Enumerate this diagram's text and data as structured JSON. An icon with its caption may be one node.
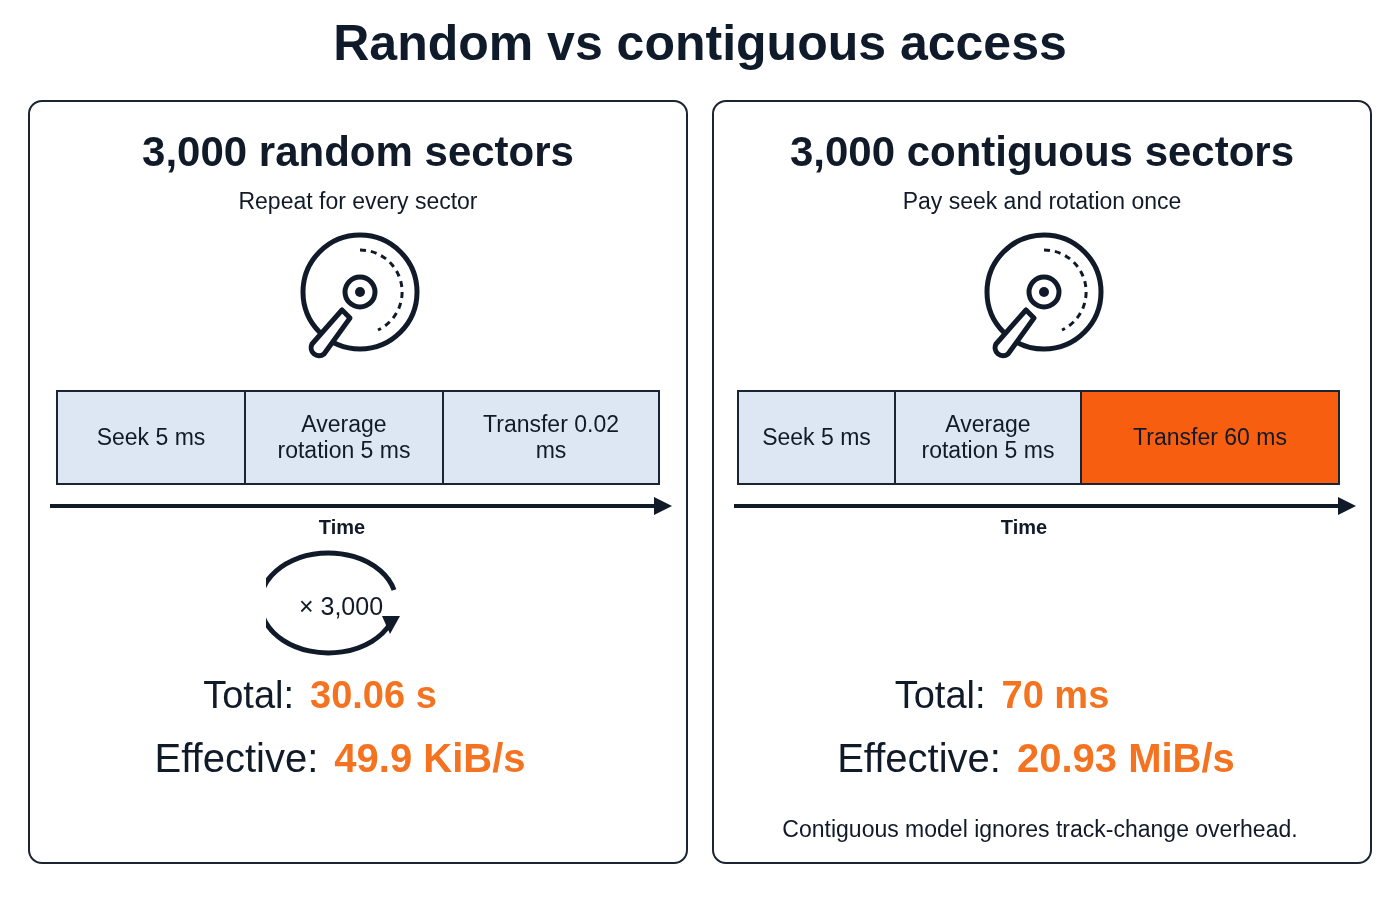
{
  "diagram": {
    "title": "Random vs contiguous access",
    "nodes": [
      {
        "text": [
          "3,000 random sectors",
          "Repeat for every sector"
        ]
      },
      {
        "text": [
          "Seek 5 ms"
        ],
        "in": 0
      },
      {
        "text": [
          "Average rotation 5 ms"
        ],
        "in": 0
      },
      {
        "text": [
          "Transfer 0.02 ms"
        ],
        "in": 0
      },
      {
        "text": [
          "× 3,000"
        ],
        "in": 0
      },
      {
        "text": [
          "3,000 contiguous sectors",
          "Pay seek and rotation once"
        ]
      },
      {
        "text": [
          "Seek 5 ms"
        ],
        "in": 5
      },
      {
        "text": [
          "Average rotation 5 ms"
        ],
        "in": 5
      },
      {
        "text": [
          "Transfer 60 ms"
        ],
        "in": 5
      }
    ],
    "labels": [
      "Time",
      "Total:",
      "30.06 s",
      "Effective:",
      "49.9 KiB/s",
      "Time",
      "Total:",
      "70 ms",
      "Effective:",
      "20.93 MiB/s",
      "Contiguous model ignores track-change overhead."
    ]
  }
}
